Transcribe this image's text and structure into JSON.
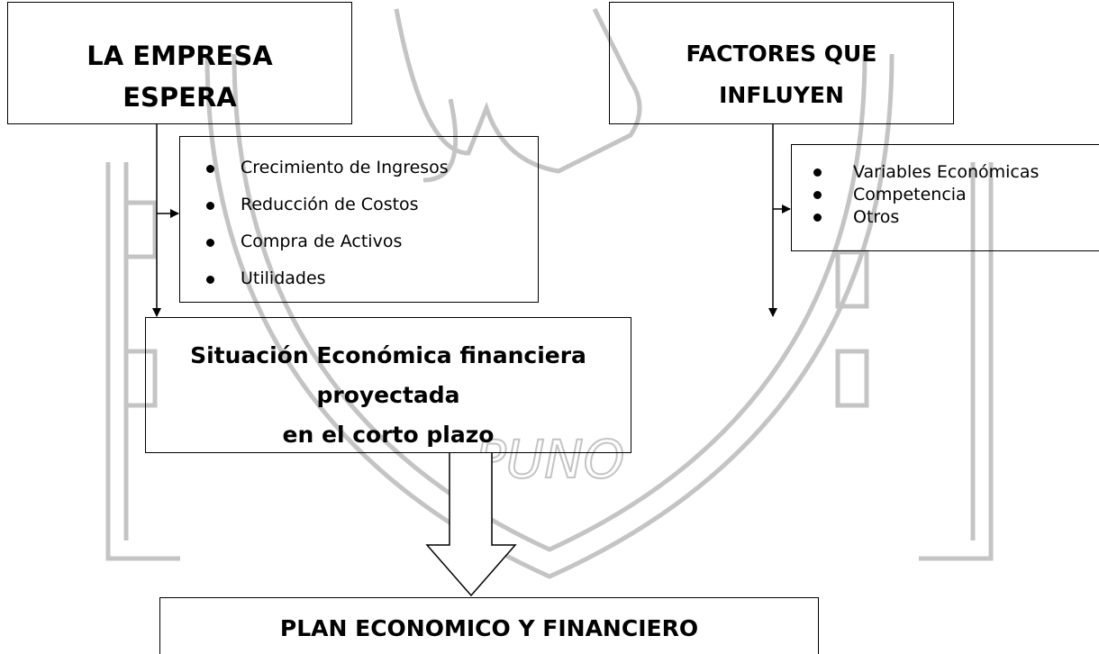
{
  "diagram": {
    "box_empresa": {
      "line1": "LA EMPRESA",
      "line2": "ESPERA"
    },
    "box_factores": {
      "line1": "FACTORES QUE",
      "line2": "INFLUYEN"
    },
    "expectativas": [
      "Crecimiento de Ingresos",
      "Reducción de Costos",
      "Compra de Activos",
      "Utilidades"
    ],
    "factores": [
      "Variables Económicas",
      "Competencia",
      "Otros"
    ],
    "box_situacion": {
      "line1": "Situación Económica financiera proyectada",
      "line2": "en el corto plazo"
    },
    "box_plan": {
      "label": "PLAN  ECONOMICO Y FINANCIERO"
    }
  },
  "watermark": {
    "text": "PUNO",
    "color": "#b0b0b0"
  }
}
